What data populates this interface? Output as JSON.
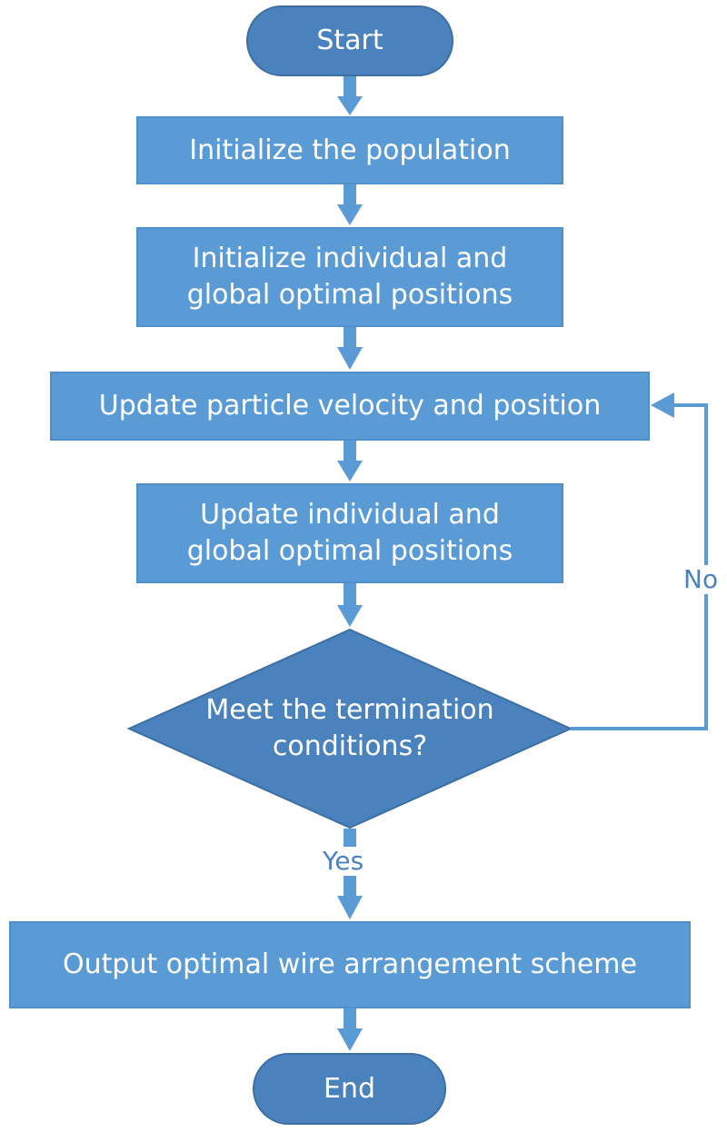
{
  "flowchart": {
    "start": "Start",
    "init_population": "Initialize the population",
    "init_positions": "Initialize individual and\nglobal optimal positions",
    "update_velocity": "Update particle velocity and position",
    "update_positions": "Update individual and\nglobal optimal positions",
    "decision": "Meet the termination\nconditions?",
    "label_no": "No",
    "label_yes": "Yes",
    "output": "Output optimal wire arrangement scheme",
    "end": "End"
  },
  "colors": {
    "terminal_fill": "#4a82bd",
    "process_fill": "#5b9bd5",
    "decision_fill": "#4a82bd",
    "connector": "#5b9bd5",
    "label_text": "#4a82bd"
  }
}
